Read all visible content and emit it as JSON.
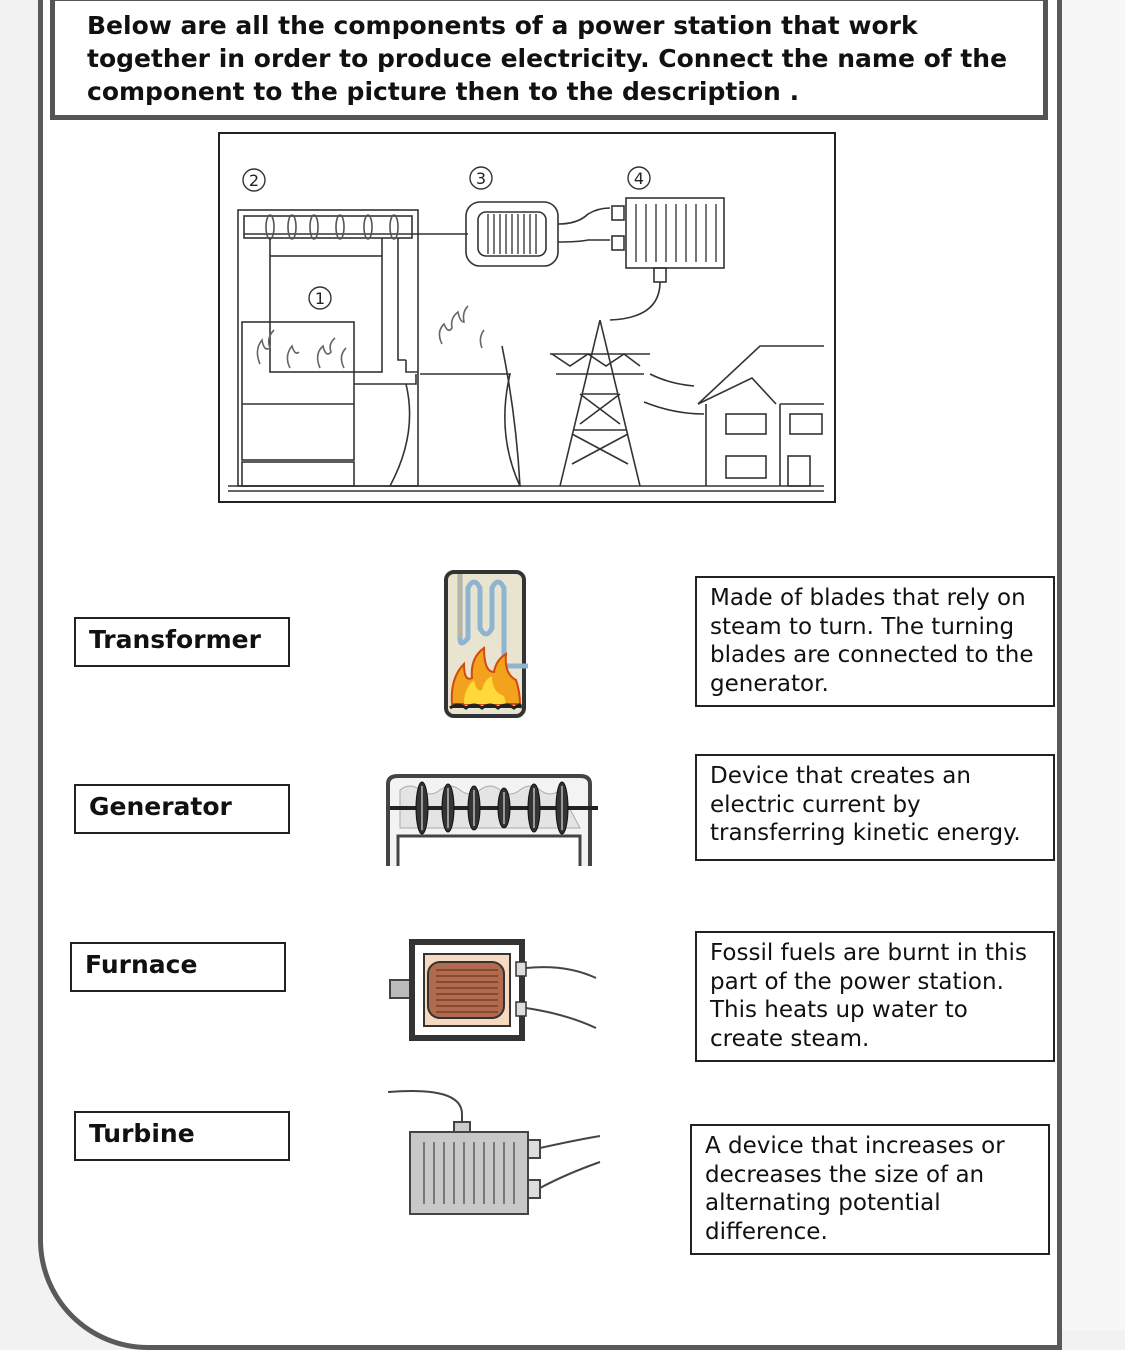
{
  "instructions": "Below are all the components of a power station that work together in order to produce electricity. Connect the name of the component to the picture then to the description .",
  "diagram": {
    "labels": [
      "1",
      "2",
      "3",
      "4"
    ]
  },
  "names": [
    "Transformer",
    "Generator",
    "Furnace",
    "Turbine"
  ],
  "descriptions": [
    "Made of blades that rely on steam to turn. The turning blades are connected to the generator.",
    "Device that creates an electric current by transferring kinetic energy.",
    "Fossil fuels are burnt in this part of the power station. This heats up water to create steam.",
    "A device that increases or decreases the size of  an alternating potential difference."
  ],
  "pictures": [
    "furnace-picture",
    "turbine-picture",
    "generator-picture",
    "transformer-picture"
  ]
}
